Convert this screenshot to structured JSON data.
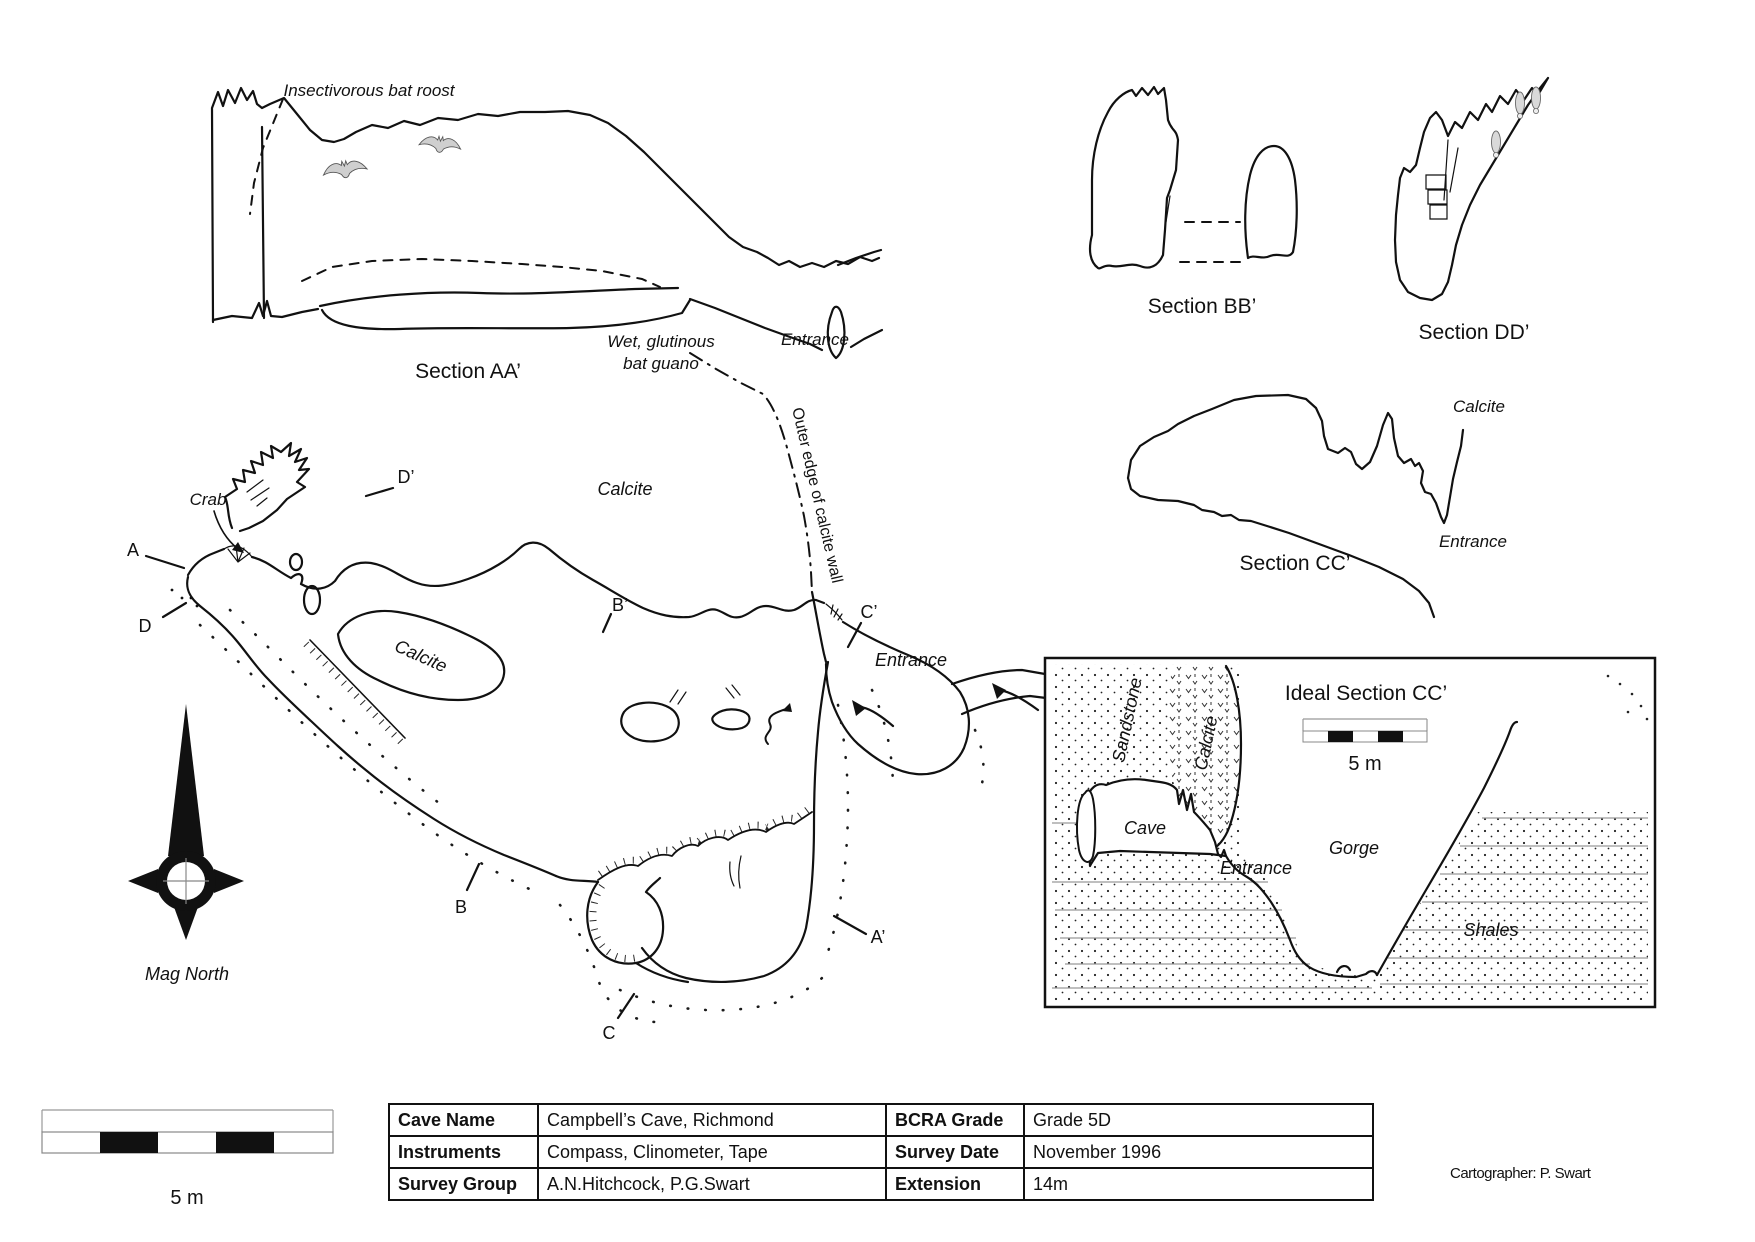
{
  "sections": {
    "aa": {
      "title": "Section AA’",
      "roost": "Insectivorous bat roost",
      "guano1": "Wet, glutinous",
      "guano2": "bat guano",
      "entrance": "Entrance"
    },
    "bb": {
      "title": "Section BB’"
    },
    "dd": {
      "title": "Section DD’"
    },
    "cc": {
      "title": "Section CC’",
      "calcite": "Calcite",
      "entrance": "Entrance"
    }
  },
  "plan": {
    "calcite_area": "Calcite",
    "calcite_island": "Calcite",
    "calcite_wall_note": "Outer edge of calcite wall",
    "crab": "Crab",
    "entrance": "Entrance",
    "stations": {
      "a": "A",
      "a_prime": "A’",
      "b": "B",
      "b_prime": "B’",
      "c": "C",
      "c_prime": "C’",
      "d": "D",
      "d_prime": "D’"
    }
  },
  "compass": {
    "label": "Mag North"
  },
  "scalebar": {
    "label": "5 m"
  },
  "inset": {
    "title": "Ideal Section CC’",
    "scale_label": "5 m",
    "sandstone": "Sandstone",
    "calcite": "Calcite",
    "cave": "Cave",
    "entrance": "Entrance",
    "gorge": "Gorge",
    "shales": "Shales"
  },
  "info_table": {
    "rows": [
      {
        "k1": "Cave Name",
        "v1": "Campbell’s Cave, Richmond",
        "k2": "BCRA Grade",
        "v2": "Grade 5D"
      },
      {
        "k1": "Instruments",
        "v1": "Compass, Clinometer, Tape",
        "k2": "Survey Date",
        "v2": "November 1996"
      },
      {
        "k1": "Survey Group",
        "v1": "A.N.Hitchcock, P.G.Swart",
        "k2": "Extension",
        "v2": "14m"
      }
    ]
  },
  "credit": {
    "cartographer": "Cartographer: P. Swart"
  },
  "colors": {
    "ink": "#111111",
    "bat_fill": "#cfcfcf",
    "bedding_line": "#999999"
  }
}
